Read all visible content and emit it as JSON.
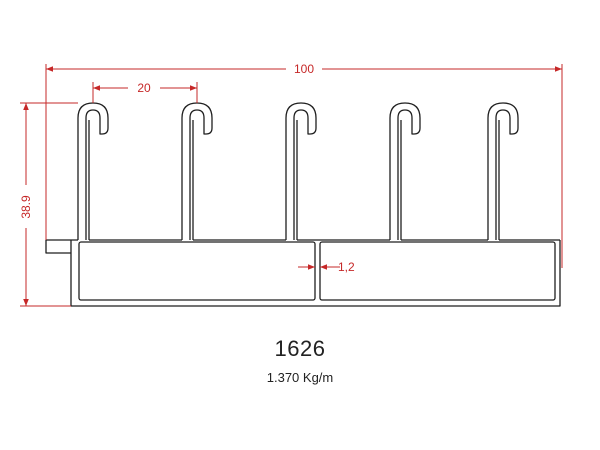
{
  "drawing": {
    "overall_width": "100",
    "hook_pitch": "20",
    "overall_height": "38.9",
    "wall_thickness": "1,2"
  },
  "profile": {
    "code": "1626",
    "weight": "1.370 Kg/m"
  },
  "colors": {
    "outline": "#1f1f1f",
    "dimension": "#c62828",
    "background": "#ffffff"
  }
}
